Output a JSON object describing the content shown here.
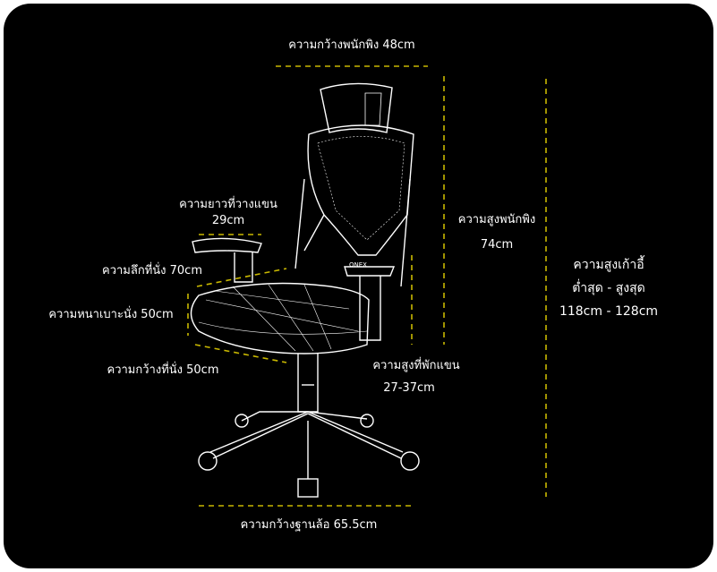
{
  "colors": {
    "background": "#000000",
    "dimension_line": "#c9b800",
    "text": "#ffffff"
  },
  "dimensions": {
    "backrest_width": "ความกว้างพนักพิง 48cm",
    "armrest_length_label": "ความยาวที่วางแขน",
    "armrest_length_value": "29cm",
    "seat_depth": "ความลึกที่นั่ง 70cm",
    "seat_thickness": "ความหนาเบาะนั่ง 50cm",
    "seat_width": "ความกว้างที่นั่ง 50cm",
    "backrest_height_label": "ความสูงพนักพิง",
    "backrest_height_value": "74cm",
    "armrest_height_label": "ความสูงที่พักแขน",
    "armrest_height_value": "27-37cm",
    "chair_height_label": "ความสูงเก้าอี้",
    "chair_height_range_label": "ต่ำสุด - สูงสุด",
    "chair_height_value": "118cm - 128cm",
    "base_width": "ความกว้างฐานล้อ 65.5cm"
  },
  "logo": "ONEX"
}
